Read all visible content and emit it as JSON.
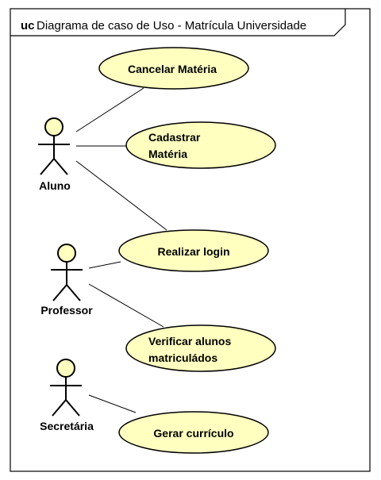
{
  "frame": {
    "keyword": "uc",
    "title": "Diagrama de caso de Uso - Matrícula Universidade"
  },
  "actors": {
    "aluno": "Aluno",
    "professor": "Professor",
    "secretaria": "Secretária"
  },
  "use_cases": {
    "cancelar_materia": [
      "Cancelar Matéria"
    ],
    "cadastrar_materia": [
      "Cadastrar",
      "Matéria"
    ],
    "realizar_login": [
      "Realizar login"
    ],
    "verificar_alunos": [
      "Verificar alunos",
      "matriculádos"
    ],
    "gerar_curriculo": [
      "Gerar currículo"
    ]
  },
  "colors": {
    "fill": "#ffffc0",
    "stroke": "#000000",
    "background": "#ffffff"
  }
}
